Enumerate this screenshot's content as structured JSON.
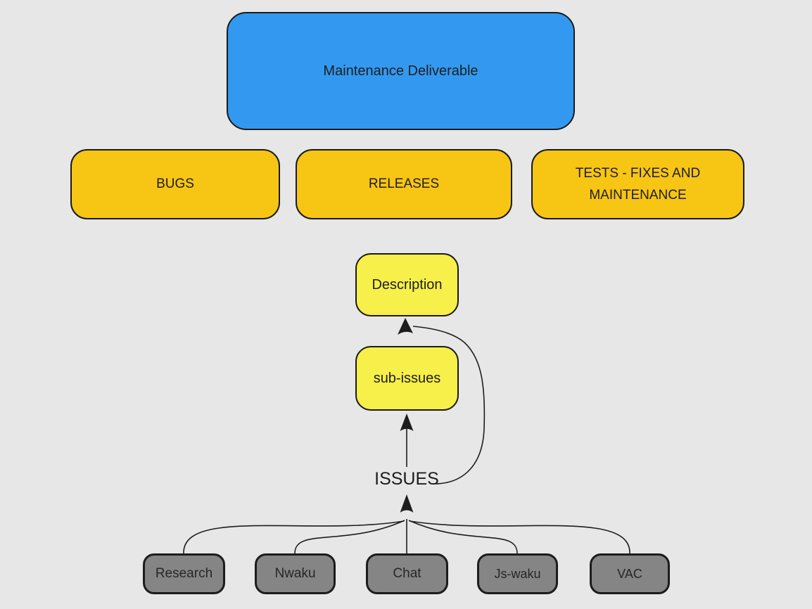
{
  "canvas": {
    "background": "#e7e7e7"
  },
  "colors": {
    "background": "#e7e7e7",
    "blue": "#3399f0",
    "gold": "#f7c514",
    "yellow": "#f7ef4a",
    "gray": "#858585",
    "border": "#1a1a1a",
    "edge": "#1d1d1d"
  },
  "nodes": {
    "maintenance": {
      "label": "Maintenance Deliverable",
      "color": "#3399f0"
    },
    "bugs": {
      "label": "BUGS",
      "color": "#f7c514"
    },
    "releases": {
      "label": "RELEASES",
      "color": "#f7c514"
    },
    "tests": {
      "label": "TESTS - FIXES AND MAINTENANCE",
      "color": "#f7c514"
    },
    "description": {
      "label": "Description",
      "color": "#f7ef4a"
    },
    "sub_issues": {
      "label": "sub-issues",
      "color": "#f7ef4a"
    },
    "issues": {
      "label": "ISSUES",
      "color": "none"
    },
    "research": {
      "label": "Research",
      "color": "#858585"
    },
    "nwaku": {
      "label": "Nwaku",
      "color": "#858585"
    },
    "chat": {
      "label": "Chat",
      "color": "#858585"
    },
    "js_waku": {
      "label": "Js-waku",
      "color": "#858585"
    },
    "vac": {
      "label": "VAC",
      "color": "#858585"
    }
  },
  "edges": [
    {
      "from": "issues",
      "to": "sub_issues"
    },
    {
      "from": "issues",
      "to": "description"
    },
    {
      "from": "research",
      "to": "issues"
    },
    {
      "from": "nwaku",
      "to": "issues"
    },
    {
      "from": "chat",
      "to": "issues"
    },
    {
      "from": "js_waku",
      "to": "issues"
    },
    {
      "from": "vac",
      "to": "issues"
    }
  ]
}
